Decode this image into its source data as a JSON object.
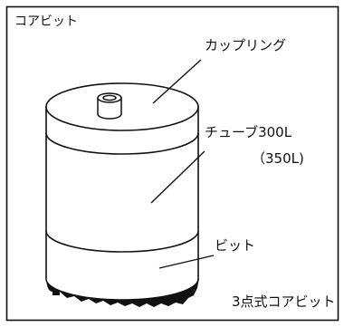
{
  "title": "コアビット",
  "labels": {
    "coupling": "カップリング",
    "tube": "チューブ300L",
    "tube_alt": "（350L)",
    "bit": "ビット"
  },
  "caption": "3点式コアビット",
  "colors": {
    "line": "#111111",
    "background": "#ffffff"
  }
}
